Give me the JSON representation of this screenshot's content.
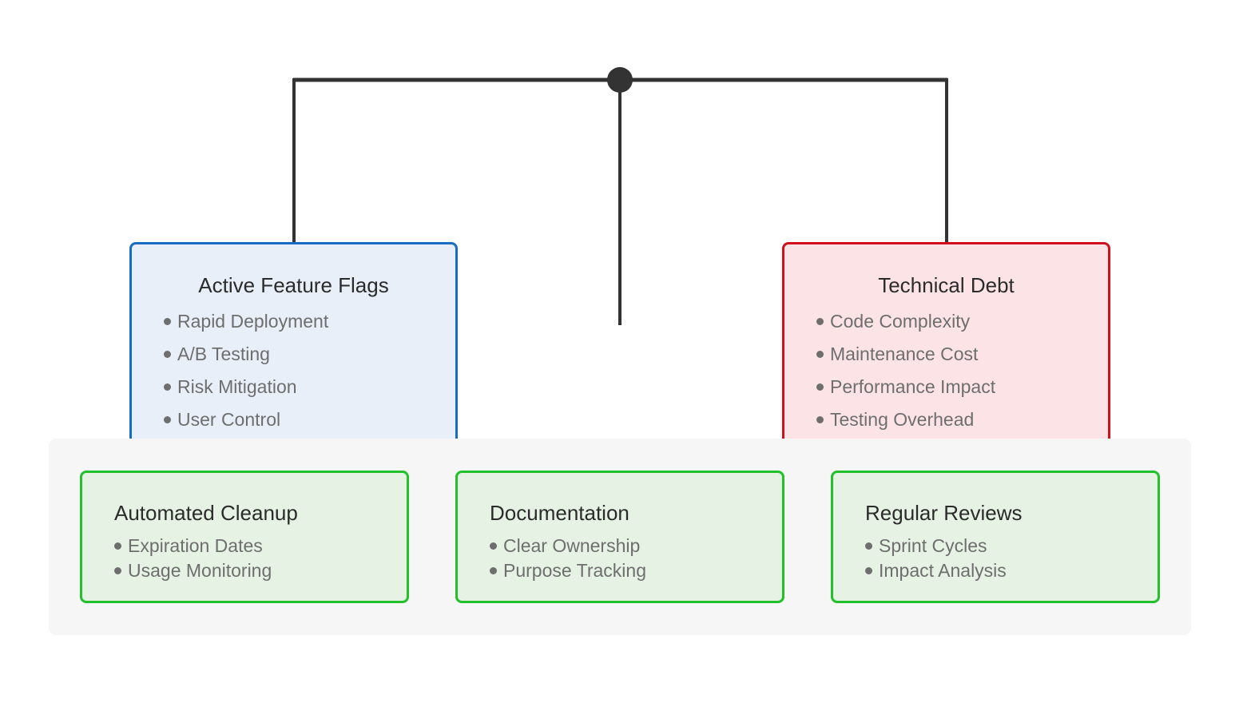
{
  "diagram": {
    "top_cards": [
      {
        "title": "Active Feature Flags",
        "items": [
          "Rapid Deployment",
          "A/B Testing",
          "Risk Mitigation",
          "User Control"
        ],
        "fill_color": "#e8eff9",
        "border_color": "#1a6cc2"
      },
      {
        "title": "Technical Debt",
        "items": [
          "Code Complexity",
          "Maintenance Cost",
          "Performance Impact",
          "Testing Overhead"
        ],
        "fill_color": "#fce4e6",
        "border_color": "#d0101c"
      }
    ],
    "bottom_cards": [
      {
        "title": "Automated Cleanup",
        "items": [
          "Expiration Dates",
          "Usage Monitoring"
        ]
      },
      {
        "title": "Documentation",
        "items": [
          "Clear Ownership",
          "Purpose Tracking"
        ]
      },
      {
        "title": "Regular Reviews",
        "items": [
          "Sprint Cycles",
          "Impact Analysis"
        ]
      }
    ],
    "bottom_card_fill_color": "#e6f2e4",
    "bottom_card_border_color": "#22c02a",
    "connector_color": "#333333"
  }
}
